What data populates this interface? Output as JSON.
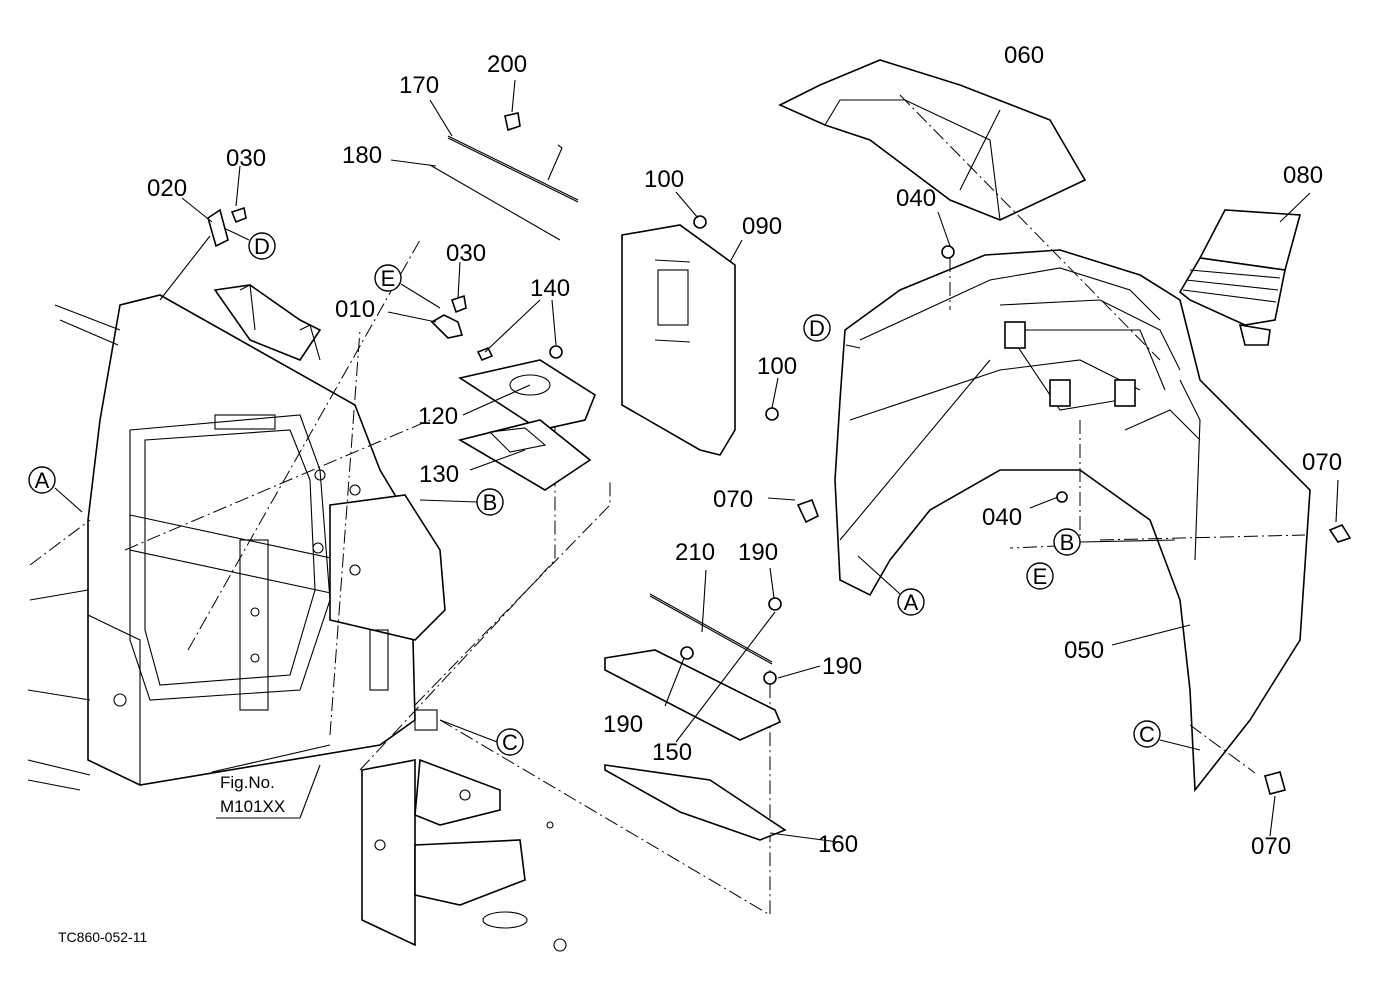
{
  "diagram": {
    "code": "TC860-052-11",
    "fig_reference": {
      "line1": "Fig.No.",
      "line2": "M101XX"
    },
    "part_numbers": {
      "p010": "010",
      "p020": "020",
      "p030a": "030",
      "p030b": "030",
      "p040a": "040",
      "p040b": "040",
      "p050": "050",
      "p060": "060",
      "p070a": "070",
      "p070b": "070",
      "p070c": "070",
      "p080": "080",
      "p090": "090",
      "p100a": "100",
      "p100b": "100",
      "p120": "120",
      "p130": "130",
      "p140": "140",
      "p150": "150",
      "p160": "160",
      "p170": "170",
      "p180": "180",
      "p190a": "190",
      "p190b": "190",
      "p190c": "190",
      "p200": "200",
      "p210": "210"
    },
    "reference_letters": {
      "A_left": "A",
      "B_left": "B",
      "C_left": "C",
      "D_left": "D",
      "E_left": "E",
      "A_right": "A",
      "B_right": "B",
      "C_right": "C",
      "D_right": "D",
      "E_right": "E"
    }
  }
}
